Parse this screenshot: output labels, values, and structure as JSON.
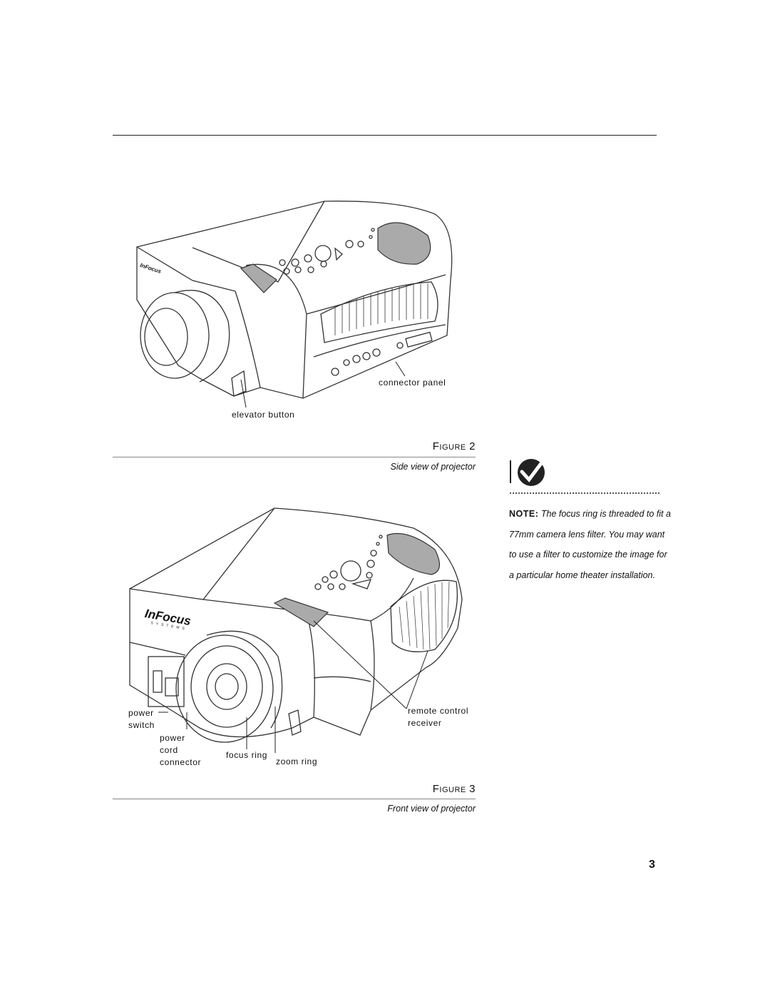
{
  "figure2": {
    "label_prefix": "F",
    "label_rest": "IGURE",
    "number": "2",
    "caption": "Side view of projector",
    "callouts": {
      "connector_panel": "connector panel",
      "elevator_button": "elevator button"
    },
    "logo": "InFocus"
  },
  "figure3": {
    "label_prefix": "F",
    "label_rest": "IGURE",
    "number": "3",
    "caption": "Front view of projector",
    "callouts": {
      "power_switch": "power\nswitch",
      "power_cord_connector": "power\ncord\nconnector",
      "focus_ring": "focus ring",
      "zoom_ring": "zoom ring",
      "remote_control_receiver": "remote control\nreceiver"
    },
    "logo": "InFocus",
    "logo_sub": "SYSTEMS"
  },
  "note": {
    "label": "NOTE:",
    "text": "The focus ring is threaded to fit a 77mm camera lens filter. You may want to use a filter to customize the image for a particular home theater installation."
  },
  "page_number": "3"
}
